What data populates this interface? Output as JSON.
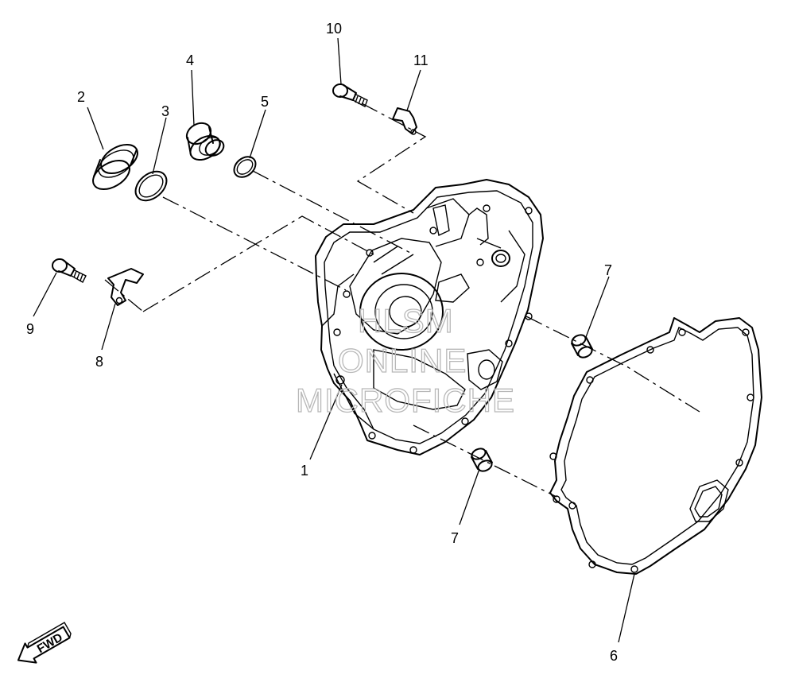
{
  "callouts": {
    "c1": "1",
    "c2": "2",
    "c3": "3",
    "c4": "4",
    "c5": "5",
    "c6": "6",
    "c7a": "7",
    "c7b": "7",
    "c8": "8",
    "c9": "9",
    "c10": "10",
    "c11": "11"
  },
  "watermark": {
    "line1": "HLSM",
    "line2": "ONLINE",
    "line3": "MICROFICHE"
  },
  "direction_marker": "FWD",
  "colors": {
    "line": "#000000",
    "watermark": "#b8b8b8",
    "background": "#ffffff"
  }
}
